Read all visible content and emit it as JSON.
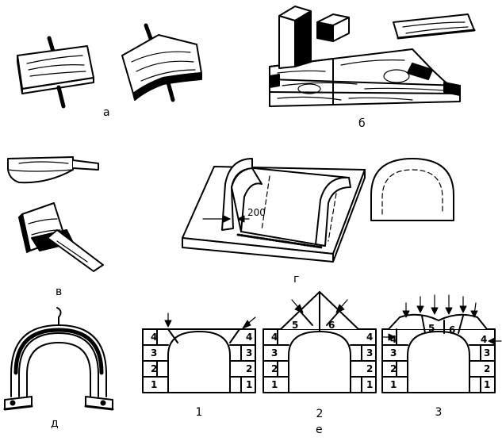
{
  "labels": {
    "a": "а",
    "b": "б",
    "v": "в",
    "g": "г",
    "d": "д",
    "e": "е",
    "arch1": "1",
    "arch2": "2",
    "arch3": "3"
  },
  "dimension": "200",
  "arch1_stones": [
    "1",
    "2",
    "3",
    "4"
  ],
  "arch2_stones": [
    "1",
    "2",
    "3",
    "4",
    "5",
    "6"
  ],
  "arch3_stones": [
    "1",
    "2",
    "3",
    "4",
    "5",
    "6"
  ],
  "colors": {
    "ink": "#000000",
    "paper": "#ffffff"
  }
}
